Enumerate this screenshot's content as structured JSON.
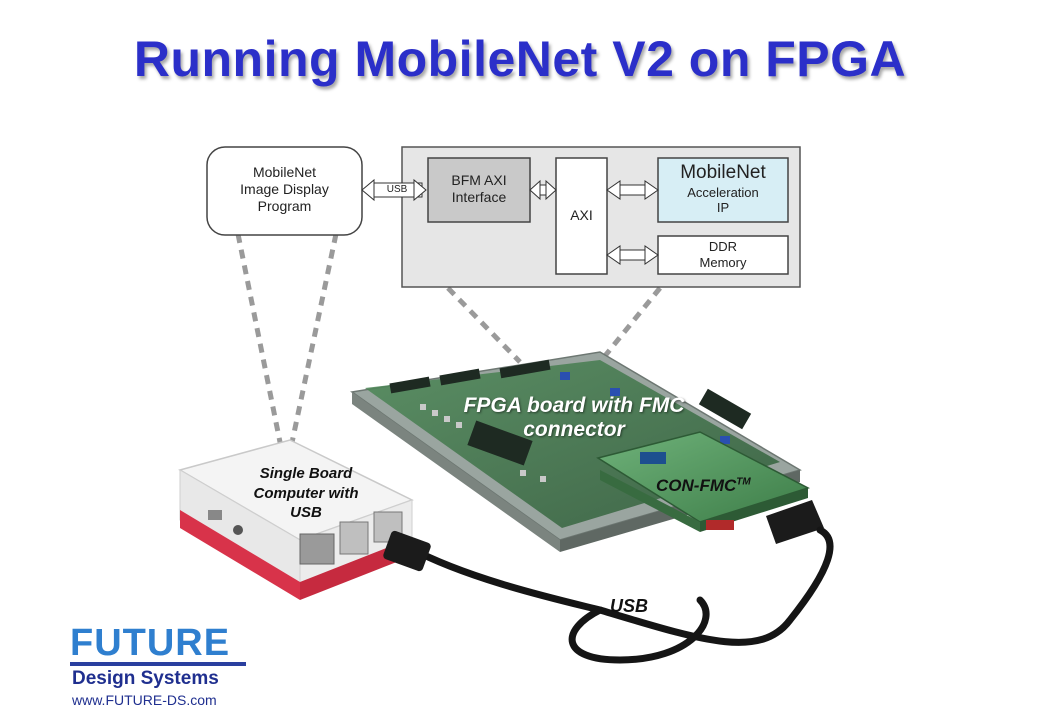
{
  "title": "Running MobileNet V2 on FPGA",
  "diagram": {
    "host_program": [
      "MobileNet",
      "Image Display",
      "Program"
    ],
    "usb_link": "USB",
    "bfm": [
      "BFM AXI",
      "Interface"
    ],
    "axi": "AXI",
    "mobilenet_ip": {
      "title": "MobileNet",
      "sub": [
        "Acceleration",
        "IP"
      ]
    },
    "ddr": [
      "DDR",
      "Memory"
    ]
  },
  "photo": {
    "fpga_label": [
      "FPGA board with FMC",
      "connector"
    ],
    "con_fmc": "CON-FMC",
    "con_fmc_tm": "TM",
    "sbc_label": [
      "Single Board",
      "Computer with",
      "USB"
    ],
    "cable_label": "USB"
  },
  "logo": {
    "name": "FUTURE",
    "sub": "Design Systems",
    "url": "www.FUTURE-DS.com"
  },
  "colors": {
    "title": "#2b2fc9",
    "ip_fill": "#d7eef5",
    "bfm_fill": "#c9c9c9",
    "panel_fill": "#e6e6e6",
    "pcb_green": "#3f7a4a",
    "sbc_red": "#d8334a",
    "logo_blue": "#2f7fcf"
  }
}
